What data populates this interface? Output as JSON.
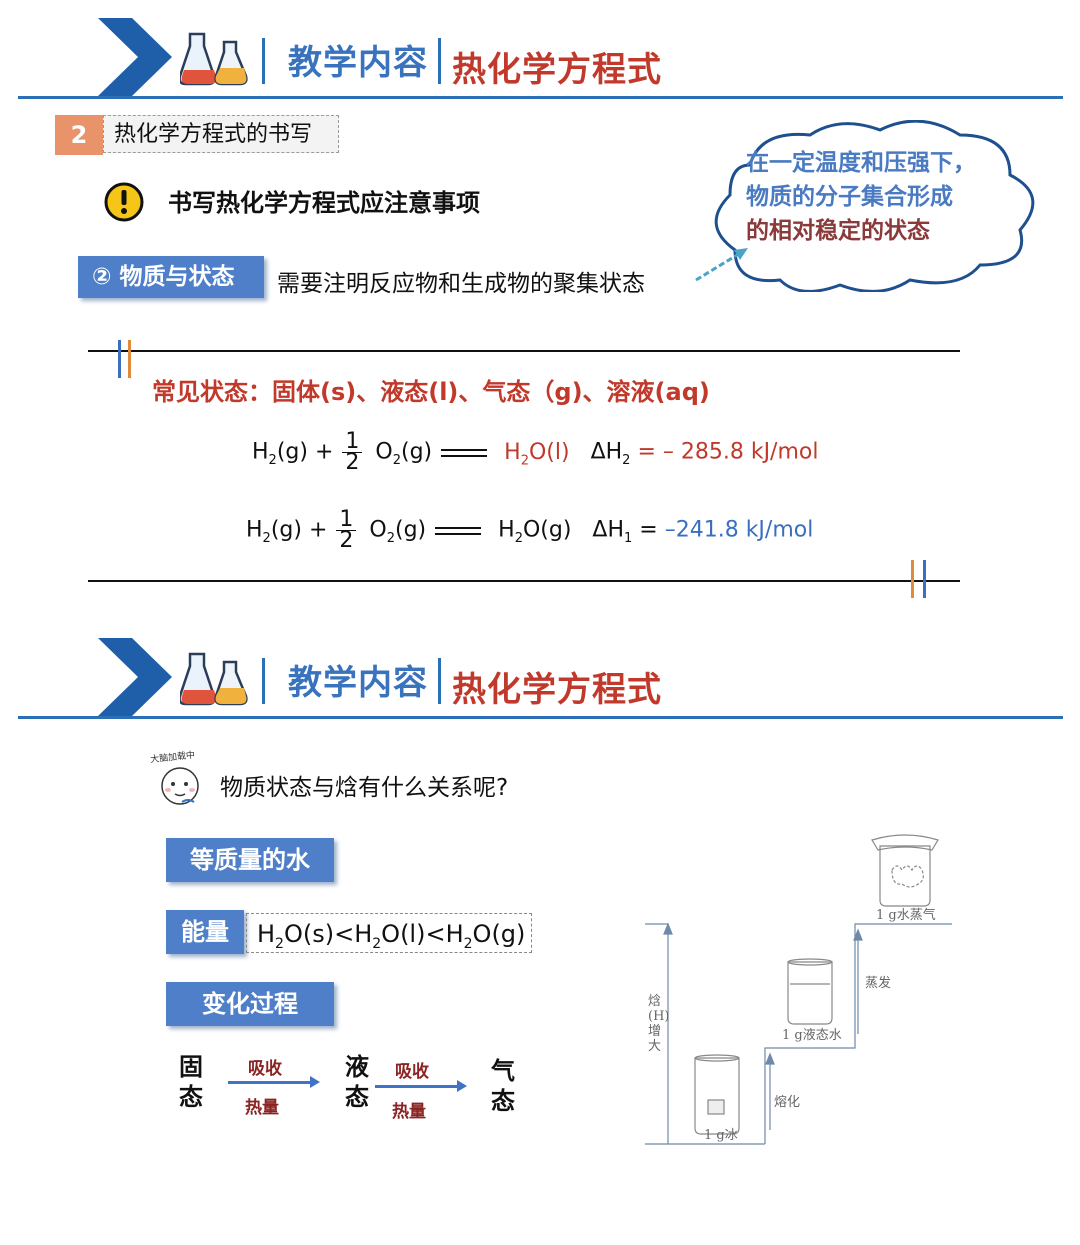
{
  "header": {
    "section": "教学内容",
    "topic": "热化学方程式"
  },
  "part": {
    "number": "2",
    "title": "热化学方程式的书写"
  },
  "notice": "书写热化学方程式应注意事项",
  "state_item": {
    "label": "② 物质与状态",
    "desc": "需要注明反应物和生成物的聚集状态"
  },
  "cloud": {
    "line1": "在一定温度和压强下，",
    "line2": "物质的分子集合形成",
    "line3": "的相对稳定的状态"
  },
  "common_states": "常见状态：固体(s)、液态(l)、气态（g)、溶液(aq)",
  "equations": [
    {
      "h2": "H",
      "h2_sub": "2",
      "h2_state": "(g) +",
      "frac_n": "1",
      "frac_d": "2",
      "o2": "O",
      "o2_sub": "2",
      "o2_state": "(g)",
      "product": "H",
      "product_sub": "2",
      "product_state": "O(l)",
      "dh": "ΔH",
      "dh_sub": "2",
      "value": "= – 285.8 kJ/mol"
    },
    {
      "h2": "H",
      "h2_sub": "2",
      "h2_state": "(g) +",
      "frac_n": "1",
      "frac_d": "2",
      "o2": "O",
      "o2_sub": "2",
      "o2_state": "(g)",
      "product": "H",
      "product_sub": "2",
      "product_state": "O(g)",
      "dh": "ΔH",
      "dh_sub": "1",
      "value_eq": "= ",
      "value": "–241.8 kJ/mol"
    }
  ],
  "slide2": {
    "face_caption": "大脑加载中",
    "question": "物质状态与焓有什么关系呢?",
    "box_water": "等质量的水",
    "box_energy": "能量",
    "energy_expr": {
      "a": "H",
      "a_sub": "2",
      "a_rest": "O(s)<H",
      "b_sub": "2",
      "b_rest": "O(l)<H",
      "c_sub": "2",
      "c_rest": "O(g)"
    },
    "box_process": "变化过程",
    "process": {
      "solid": "固态",
      "liquid": "液态",
      "gas": "气态",
      "absorb": "吸收",
      "heat": "热量"
    },
    "diagram": {
      "y_label": "焓 (H) 增大",
      "ice": "1 g冰",
      "liquid": "1 g液态水",
      "vapor": "1 g水蒸气",
      "melt": "熔化",
      "evaporate": "蒸发"
    }
  }
}
